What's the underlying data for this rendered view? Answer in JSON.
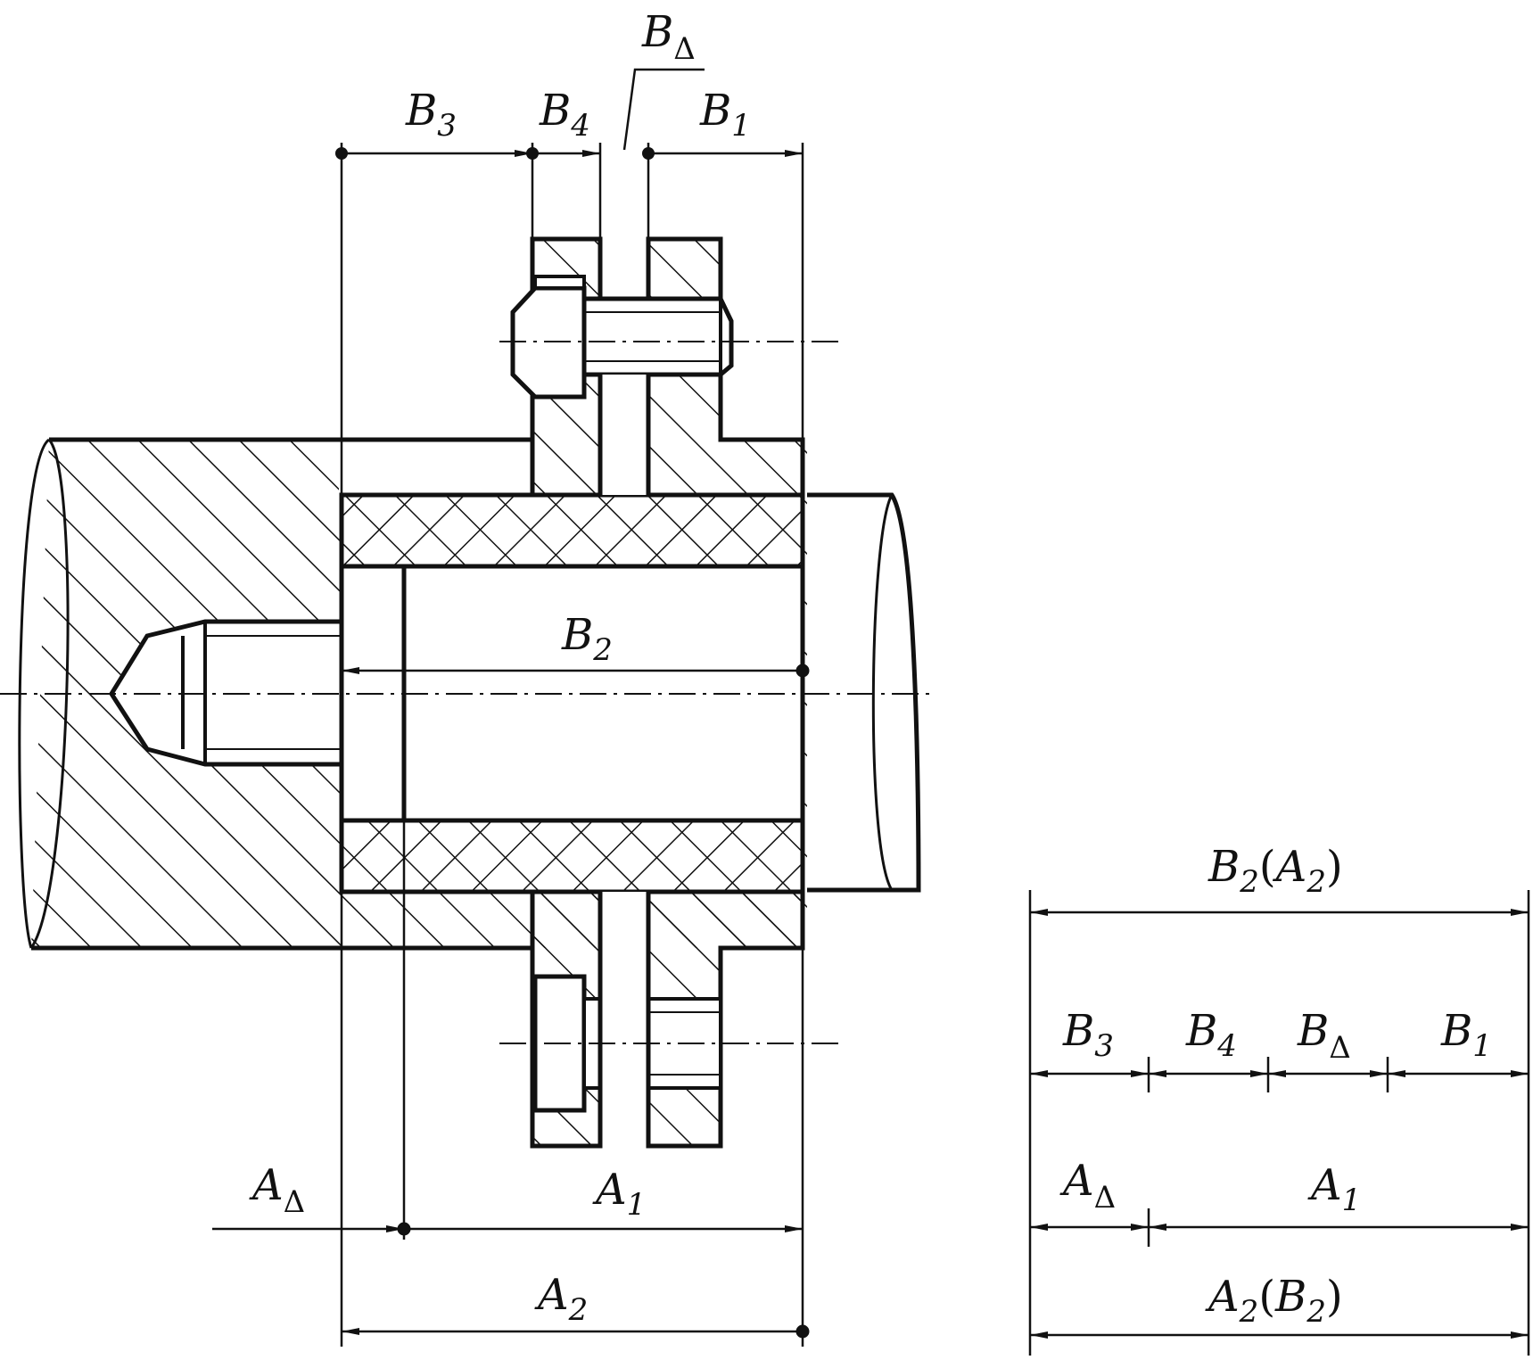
{
  "drawing": {
    "upper_dims": {
      "B3": {
        "main": "B",
        "sub": "3"
      },
      "B4": {
        "main": "B",
        "sub": "4"
      },
      "B1": {
        "main": "B",
        "sub": "1"
      },
      "Bdelta": {
        "main": "B",
        "sub": "Δ"
      }
    },
    "inner_dim": {
      "main": "B",
      "sub": "2"
    },
    "lower_dims": {
      "Adelta": {
        "main": "A",
        "sub": "Δ"
      },
      "A1": {
        "main": "A",
        "sub": "1"
      },
      "A2": {
        "main": "A",
        "sub": "2"
      }
    }
  },
  "chain_diagram": {
    "b_closing": {
      "main": "B",
      "sub": "2",
      "paren_open": "(",
      "inner_main": "A",
      "inner_sub": "2",
      "paren_close": ")"
    },
    "b_links": [
      {
        "main": "B",
        "sub": "3"
      },
      {
        "main": "B",
        "sub": "4"
      },
      {
        "main": "B",
        "sub": "Δ"
      },
      {
        "main": "B",
        "sub": "1"
      }
    ],
    "a_links": [
      {
        "main": "A",
        "sub": "Δ"
      },
      {
        "main": "A",
        "sub": "1"
      }
    ],
    "a_closing": {
      "main": "A",
      "sub": "2",
      "paren_open": "(",
      "inner_main": "B",
      "inner_sub": "2",
      "paren_close": ")"
    }
  }
}
